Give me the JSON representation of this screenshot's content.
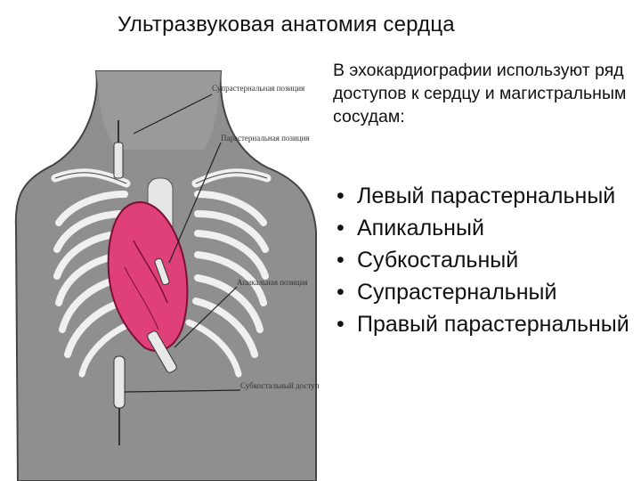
{
  "slide": {
    "title": "Ультразвуковая анатомия сердца",
    "intro": "В эхокардиографии используют ряд доступов к сердцу и магистральным сосудам:",
    "bullets": [
      "Левый парастернальный",
      "Апикальный",
      "Субкостальный",
      "Супрастернальный",
      "Правый парастернальный"
    ]
  },
  "figure": {
    "labels": {
      "suprasternal": "Супрастернальная позиция",
      "parasternal": "Парастернальная позиция",
      "apical": "Апикальная позиция",
      "subcostal": "Субкостальный доступ"
    },
    "colors": {
      "heart": "#e0407a",
      "body": "#8f8f8f",
      "bone": "#f0f0f0"
    }
  }
}
